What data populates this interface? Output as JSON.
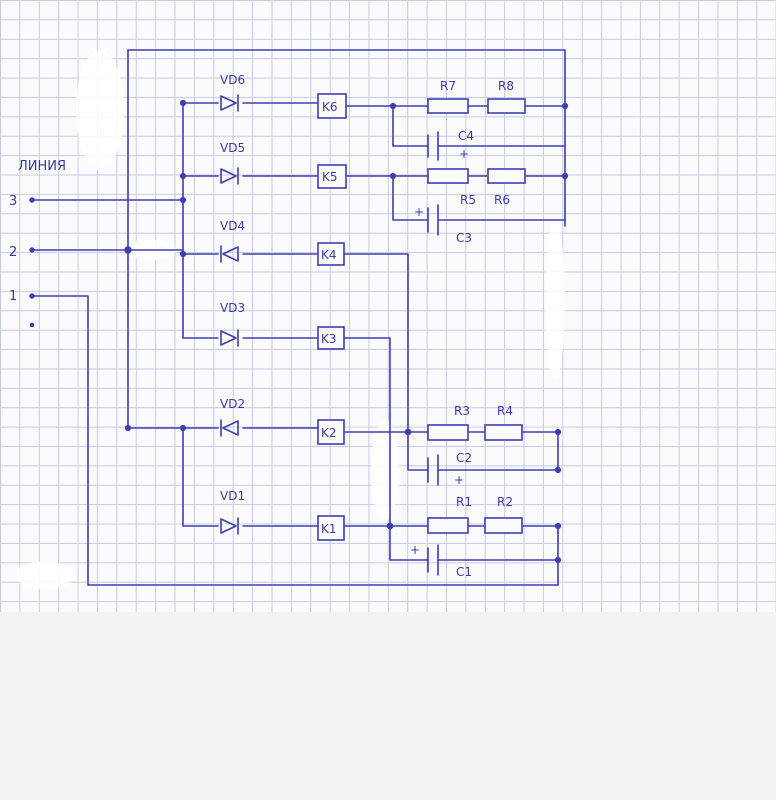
{
  "colors": {
    "ink": "#3f3fae",
    "grid": "#c7cbe6",
    "paper": "#fbfbfd"
  },
  "line": {
    "title": "ЛИНИЯ",
    "terminals": [
      "3",
      "2",
      "1"
    ]
  },
  "diodes": [
    "VD6",
    "VD5",
    "VD4",
    "VD3",
    "VD2",
    "VD1"
  ],
  "relays": [
    "K6",
    "K5",
    "K4",
    "K3",
    "K2",
    "K1"
  ],
  "resistors": [
    "R7",
    "R8",
    "R5",
    "R6",
    "R3",
    "R4",
    "R1",
    "R2"
  ],
  "capacitors": [
    "C4",
    "C3",
    "C2",
    "C1"
  ],
  "plus_sign": "+"
}
